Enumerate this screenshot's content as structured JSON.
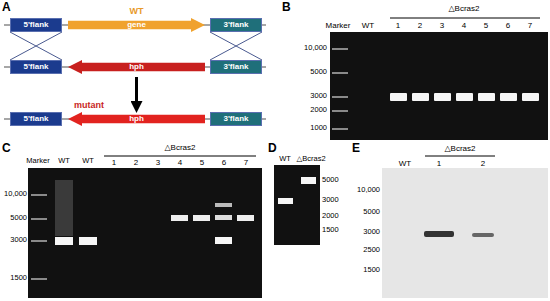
{
  "diagram": {
    "nodes": [
      {
        "text": [
          "5'flank"
        ]
      },
      {
        "text": [
          "WT",
          "gene"
        ]
      },
      {
        "text": [
          "3'flank"
        ]
      },
      {
        "text": [
          "5'flank"
        ]
      },
      {
        "text": [
          "hph"
        ]
      },
      {
        "text": [
          "3'flank"
        ]
      },
      {
        "text": [
          "5'flank"
        ]
      },
      {
        "text": [
          "mutant",
          "hph"
        ]
      },
      {
        "text": [
          "3'flank"
        ]
      }
    ],
    "edges": [
      {
        "from": 0,
        "to": 3,
        "arrow": "none"
      },
      {
        "from": 2,
        "to": 5,
        "arrow": "none"
      },
      {
        "from": 4,
        "to": 7,
        "arrow": "to"
      }
    ],
    "labels": [
      "A",
      "B",
      "C",
      "D",
      "E",
      "Marker",
      "WT",
      "△Bcras2",
      "1",
      "2",
      "3",
      "4",
      "5",
      "6",
      "7",
      "10,000",
      "5000",
      "3000",
      "2000",
      "1000",
      "Marker",
      "WT",
      "WT",
      "△Bcras2",
      "1",
      "2",
      "3",
      "4",
      "5",
      "6",
      "7",
      "10,000",
      "5000",
      "3000",
      "1500",
      "WT",
      "△Bcras2",
      "5000",
      "3000",
      "2000",
      "1500",
      "WT",
      "△Bcras2",
      "1",
      "2",
      "10,000",
      "5000",
      "3000",
      "2500",
      "1500"
    ]
  }
}
